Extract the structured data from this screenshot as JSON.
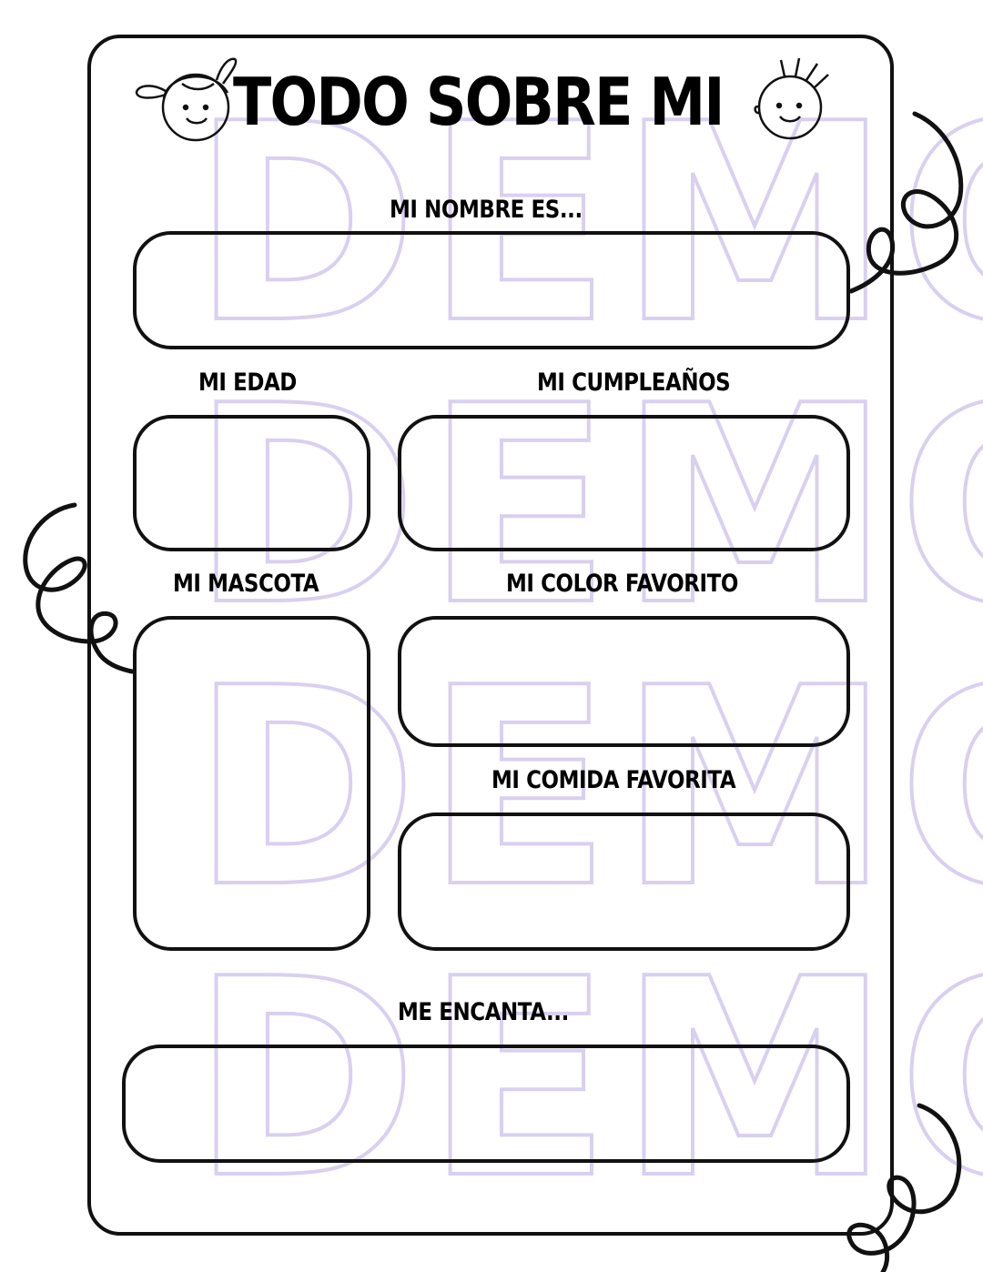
{
  "title": "TODO SOBRE MI",
  "watermark": "DEMO",
  "colors": {
    "ink": "#111111",
    "watermark": "#d9d0f0",
    "background": "#ffffff"
  },
  "icons": [
    "girl-face-icon",
    "boy-face-icon",
    "swirl-icon"
  ],
  "fields": {
    "name_label": "MI NOMBRE ES...",
    "age_label": "MI EDAD",
    "birthday_label": "MI CUMPLEAÑOS",
    "pet_label": "MI MASCOTA",
    "color_label": "MI COLOR FAVORITO",
    "food_label": "MI COMIDA FAVORITA",
    "love_label": "ME ENCANTA..."
  }
}
